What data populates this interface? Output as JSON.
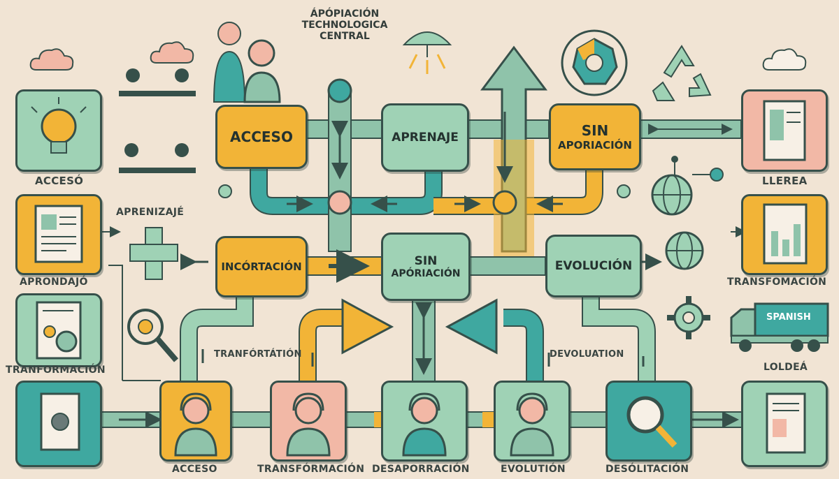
{
  "title": {
    "line1": "ÁPÓPIACIÓN",
    "line2": "TECHNOLOGICA",
    "line3": "CENTRAL"
  },
  "nodes": {
    "acceso": "ACCESO",
    "aprenaje": "APRENAJE",
    "sin_aporiacion_top_1": "SIN",
    "sin_aporiacion_top_2": "APORIACIÓN",
    "incortacion": "INCÓRTACIÓN",
    "sin_aporiacion_mid_1": "SIN",
    "sin_aporiacion_mid_2": "APÓRIACIÓN",
    "evolucion": "EVOLUCIÓN"
  },
  "left_labels": {
    "acceso": "ACCESÓ",
    "aprenizaje": "APRENIZAJÉ",
    "aprondajo": "APRONDAJÓ",
    "tranformacion": "TRANFORMACIÓN"
  },
  "right_labels": {
    "llerea": "LLEREA",
    "transfomacion": "TRANSFOMACIÓN",
    "loldea": "LOLDEÁ"
  },
  "flow_labels": {
    "tranfortation": "TRANFÓRTÁTIÓN",
    "devoluation": "DEVOLUATION"
  },
  "bottom_labels": {
    "acceso": "ACCESO",
    "transformacion": "TRANSFÓRMACIÓN",
    "desaporracion": "DESAPORRACIÓN",
    "evolution": "EVOLUTIÓN",
    "desolitacion": "DESÓLITACIÓN"
  },
  "truck_text": "SPANISH",
  "icons": [
    "cloud-icon",
    "lightbulb-icon",
    "document-icon",
    "gear-icon",
    "search-icon",
    "headset-person-icon",
    "umbrella-icon",
    "cycle-icon",
    "recycle-icon",
    "globe-icon",
    "truck-icon",
    "arrow-icon",
    "plus-icon",
    "meeting-icon"
  ],
  "colors": {
    "background": "#f1e4d4",
    "orange": "#f2b437",
    "mint": "#9fd2b5",
    "teal": "#3fa8a0",
    "peach": "#f2b8a6",
    "outline": "#36504a"
  }
}
